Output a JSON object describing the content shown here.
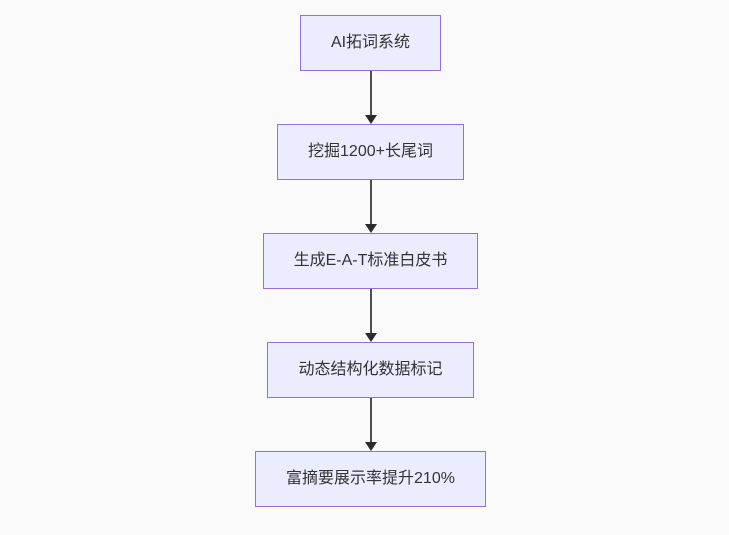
{
  "diagram": {
    "type": "flowchart",
    "direction": "top-down",
    "nodes": [
      {
        "id": "step-1",
        "label": "AI拓词系统"
      },
      {
        "id": "step-2",
        "label": "挖掘1200+长尾词"
      },
      {
        "id": "step-3",
        "label": "生成E-A-T标准白皮书"
      },
      {
        "id": "step-4",
        "label": "动态结构化数据标记"
      },
      {
        "id": "step-5",
        "label": "富摘要展示率提升210%"
      }
    ],
    "edges": [
      {
        "from": "step-1",
        "to": "step-2"
      },
      {
        "from": "step-2",
        "to": "step-3"
      },
      {
        "from": "step-3",
        "to": "step-4"
      },
      {
        "from": "step-4",
        "to": "step-5"
      }
    ],
    "colors": {
      "background": "#fafafa",
      "node_fill": "#ECECFF",
      "node_border": "#9370DB",
      "node_text": "#333333",
      "arrow": "#333333"
    }
  }
}
